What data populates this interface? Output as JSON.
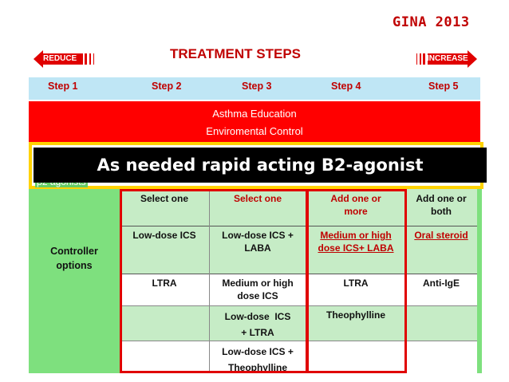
{
  "gina_label": "GINA 2013",
  "title": "TREATMENT STEPS",
  "reduce_label": "REDUCE",
  "increase_label": "INCREASE",
  "steps": [
    "Step 1",
    "Step 2",
    "Step 3",
    "Step 4",
    "Step 5"
  ],
  "education": [
    "Asthma Education",
    "Enviromental Control"
  ],
  "relief_label": "β2 agonists",
  "overlay_text": "As needed rapid acting B2-agonist",
  "controller_label": [
    "Controller",
    "options"
  ],
  "table": {
    "headers": [
      "Select one",
      "Select one",
      "Add one or more",
      "Add one or both"
    ],
    "row1": [
      "Low-dose ICS",
      "Low-dose ICS + LABA",
      "Medium or high dose ICS+ LABA",
      "Oral steroid"
    ],
    "row2": [
      "LTRA",
      "Medium or high dose ICS",
      "LTRA",
      "Anti-IgE"
    ],
    "row3": [
      "",
      "Low-dose  ICS + LTRA",
      "Theophylline",
      ""
    ],
    "row4": [
      "",
      "Low-dose ICS + Theophylline",
      "",
      ""
    ]
  },
  "colors": {
    "red_band": "#ff0000",
    "steps_bar": "#bfe6f5",
    "green": "#7ee07e",
    "yellow": "#ffd200",
    "arrow_red": "#e00000"
  }
}
